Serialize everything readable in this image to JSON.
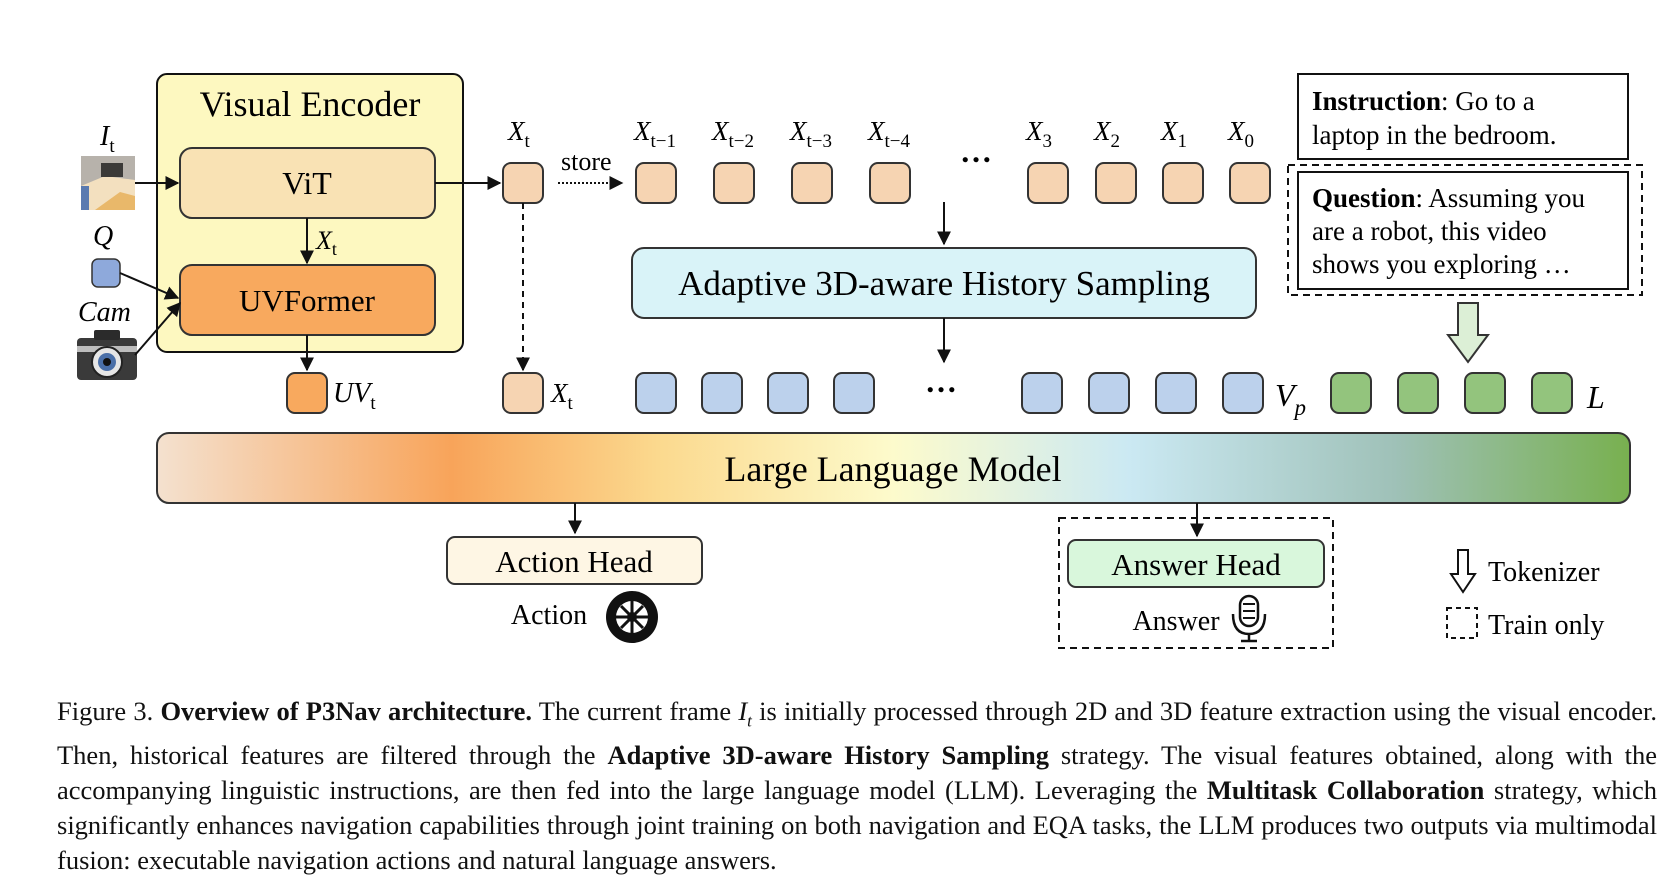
{
  "encoder": {
    "title": "Visual Encoder",
    "vit": "ViT",
    "uvformer": "UVFormer",
    "vit_out_label": "X",
    "vit_out_sub": "t"
  },
  "inputs": {
    "frame_label": "I",
    "frame_sub": "t",
    "query_label": "Q",
    "cam_label": "Cam"
  },
  "uv_token": {
    "label": "UV",
    "sub": "t"
  },
  "current_token": {
    "label": "X",
    "sub": "t"
  },
  "store_label": "store",
  "history": {
    "labels": [
      {
        "base": "X",
        "sub": "t−1"
      },
      {
        "base": "X",
        "sub": "t−2"
      },
      {
        "base": "X",
        "sub": "t−3"
      },
      {
        "base": "X",
        "sub": "t−4"
      },
      {
        "base": "X",
        "sub": "3"
      },
      {
        "base": "X",
        "sub": "2"
      },
      {
        "base": "X",
        "sub": "1"
      },
      {
        "base": "X",
        "sub": "0"
      }
    ],
    "ellipsis": "…"
  },
  "sampling": {
    "label": "Adaptive 3D-aware History Sampling"
  },
  "instruction": {
    "bold": "Instruction",
    "lines": [
      ": Go to a",
      "laptop in the bedroom."
    ]
  },
  "question": {
    "bold": "Question",
    "lines": [
      ": Assuming you",
      "are a robot, this video",
      "shows you exploring …"
    ]
  },
  "tokens": {
    "visual_label": "V",
    "visual_sub": "p",
    "language_label": "L",
    "ellipsis": "…"
  },
  "llm": {
    "label": "Large Language Model"
  },
  "heads": {
    "action_head": "Action Head",
    "action": "Action",
    "answer_head": "Answer Head",
    "answer": "Answer"
  },
  "legend": {
    "tokenizer": "Tokenizer",
    "train_only": "Train only"
  },
  "caption": {
    "prefix": "Figure 3.  ",
    "title": "Overview of P3Nav architecture.",
    "t1": "  The current frame ",
    "t1_var": "I",
    "t1_sub": "t",
    "t2": " is initially processed through 2D and 3D feature extraction using the visual encoder. Then, historical features are filtered through the ",
    "b1": "Adaptive 3D-aware History Sampling",
    "t3": " strategy. The visual features obtained, along with the accompanying linguistic instructions, are then fed into the large language model (LLM). Leveraging the ",
    "b2": "Multitask Collaboration",
    "t4": " strategy, which significantly enhances navigation capabilities through joint training on both navigation and EQA tasks, the LLM produces two outputs via multimodal fusion: executable navigation actions and natural language answers."
  },
  "colors": {
    "encoder_bg": "#fdf8c0",
    "vit_bg": "#f9e2b4",
    "uvformer_bg": "#f8a95e",
    "history_token": "#f6d4b2",
    "visual_token": "#bcd1ec",
    "language_token": "#93c47d",
    "query_token": "#8ea9db",
    "sampling_bg": "#d9f3f8",
    "action_head_bg": "#fef6e4",
    "answer_head_bg": "#d9f7dc"
  }
}
